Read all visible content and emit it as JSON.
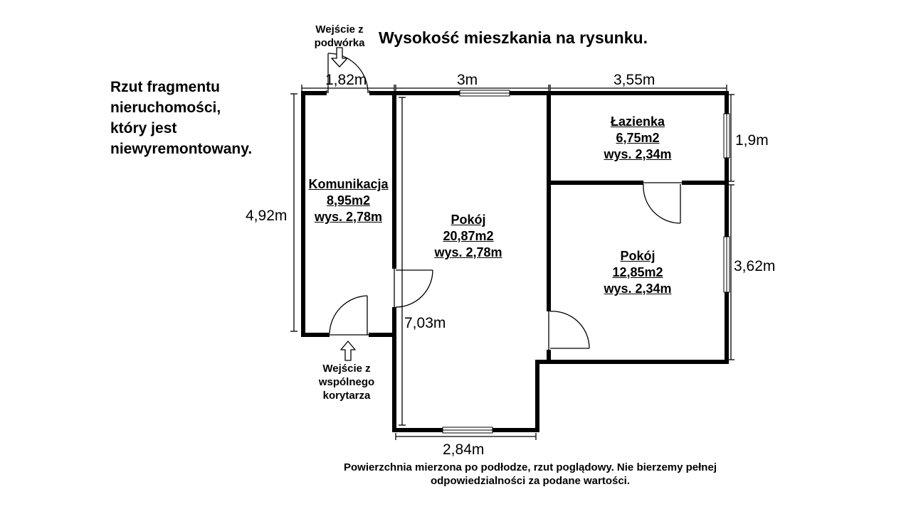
{
  "title": "Wysokość mieszkania na rysunku.",
  "description": [
    "Rzut fragmentu",
    "nieruchomości,",
    "który jest",
    "niewyremontowany."
  ],
  "entrances": {
    "courtyard": [
      "Wejście z",
      "podwórka"
    ],
    "corridor": [
      "Wejście z",
      "wspólnego",
      "korytarza"
    ]
  },
  "rooms": {
    "komunikacja": {
      "name": "Komunikacja",
      "area": "8,95m2",
      "height": "wys. 2,78m"
    },
    "pokoj_main": {
      "name": "Pokój",
      "area": "20,87m2",
      "height": "wys. 2,78m"
    },
    "lazienka": {
      "name": "Łazienka",
      "area": "6,75m2",
      "height": "wys. 2,34m"
    },
    "pokoj_small": {
      "name": "Pokój",
      "area": "12,85m2",
      "height": "wys. 2,34m"
    }
  },
  "dimensions": {
    "top_left": "1,82m",
    "top_middle": "3m",
    "top_right": "3,55m",
    "left_height": "4,92m",
    "right_upper": "1,9m",
    "right_lower": "3,62m",
    "inner_height": "7,03m",
    "bottom_width": "2,84m"
  },
  "footer": [
    "Powierzchnia mierzona po podłodze, rzut poglądowy. Nie bierzemy pełnej",
    "odpowiedzialności za podane wartości."
  ],
  "colors": {
    "wall": "#000000",
    "background": "#ffffff",
    "window": "#ffffff"
  }
}
